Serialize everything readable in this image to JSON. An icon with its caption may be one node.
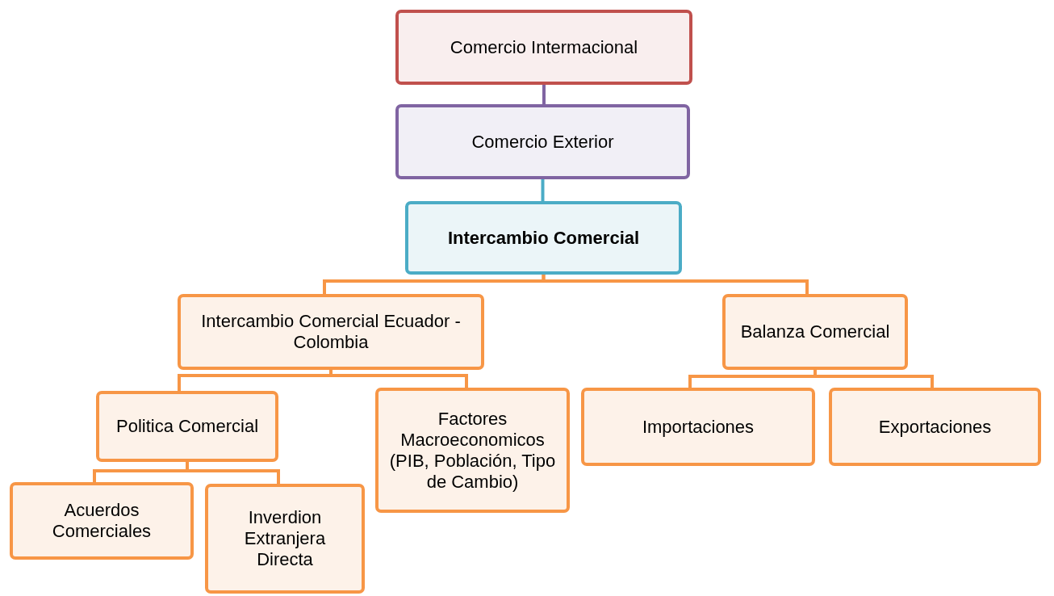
{
  "diagram": {
    "nodes": [
      {
        "text": [
          "Comercio Intermacional"
        ]
      },
      {
        "text": [
          "Comercio Exterior"
        ]
      },
      {
        "text": [
          "Intercambio Comercial"
        ]
      },
      {
        "text": [
          "Intercambio Comercial Ecuador - Colombia"
        ]
      },
      {
        "text": [
          "Balanza Comercial"
        ]
      },
      {
        "text": [
          "Politica Comercial"
        ]
      },
      {
        "text": [
          "Factores Macroeconomicos (PIB, Población, Tipo de Cambio)"
        ]
      },
      {
        "text": [
          "Importaciones"
        ]
      },
      {
        "text": [
          "Exportaciones"
        ]
      },
      {
        "text": [
          "Acuerdos Comerciales"
        ]
      },
      {
        "text": [
          "Inverdion Extranjera Directa"
        ]
      }
    ],
    "edges": [
      {
        "from": 0,
        "to": 1,
        "arrow": "none",
        "color": "#8064a2"
      },
      {
        "from": 1,
        "to": 2,
        "arrow": "none",
        "color": "#4bacc6"
      },
      {
        "from": 2,
        "to": 3,
        "arrow": "none"
      },
      {
        "from": 2,
        "to": 4,
        "arrow": "none"
      },
      {
        "from": 3,
        "to": 5,
        "arrow": "none"
      },
      {
        "from": 3,
        "to": 6,
        "arrow": "none"
      },
      {
        "from": 4,
        "to": 7,
        "arrow": "none"
      },
      {
        "from": 4,
        "to": 8,
        "arrow": "none"
      },
      {
        "from": 5,
        "to": 9,
        "arrow": "none"
      },
      {
        "from": 5,
        "to": 10,
        "arrow": "none"
      }
    ]
  }
}
